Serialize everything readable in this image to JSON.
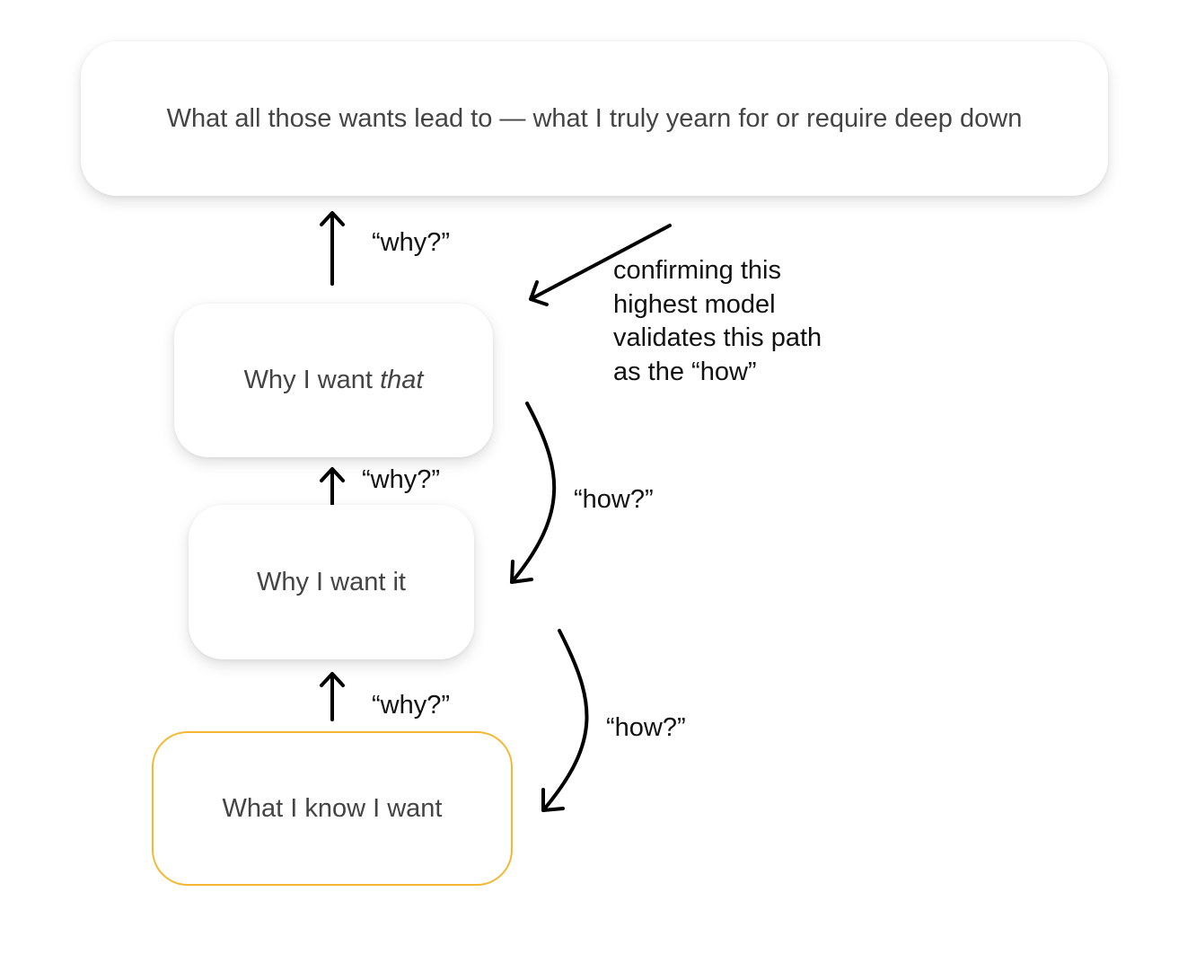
{
  "nodes": {
    "top": "What all those wants lead to — what I truly yearn for or require deep down",
    "that_prefix": "Why I want ",
    "that_emphasis": "that",
    "it": "Why I want it",
    "know": "What I know I want"
  },
  "labels": {
    "why_top": "“why?”",
    "why_middle": "“why?”",
    "why_bottom": "“why?”",
    "how_upper": "“how?”",
    "how_lower": "“how?”"
  },
  "note": {
    "lines": [
      "confirming this",
      "highest model",
      "validates this path",
      "as the “how”"
    ]
  },
  "colors": {
    "highlight_border": "#f5b731",
    "text": "#444444",
    "arrow": "#000000"
  }
}
